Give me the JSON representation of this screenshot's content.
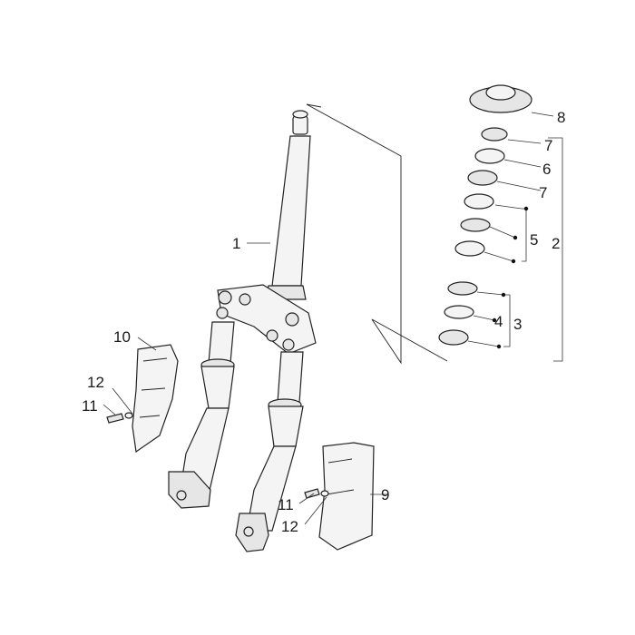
{
  "callouts": [
    {
      "id": "c1",
      "text": "1"
    },
    {
      "id": "c2",
      "text": "2"
    },
    {
      "id": "c3",
      "text": "3"
    },
    {
      "id": "c4",
      "text": "4"
    },
    {
      "id": "c5",
      "text": "5"
    },
    {
      "id": "c6",
      "text": "6"
    },
    {
      "id": "c7a",
      "text": "7"
    },
    {
      "id": "c7b",
      "text": "7"
    },
    {
      "id": "c8",
      "text": "8"
    },
    {
      "id": "c9",
      "text": "9"
    },
    {
      "id": "c10",
      "text": "10"
    },
    {
      "id": "c11a",
      "text": "11"
    },
    {
      "id": "c11b",
      "text": "11"
    },
    {
      "id": "c12a",
      "text": "12"
    },
    {
      "id": "c12b",
      "text": "12"
    }
  ]
}
